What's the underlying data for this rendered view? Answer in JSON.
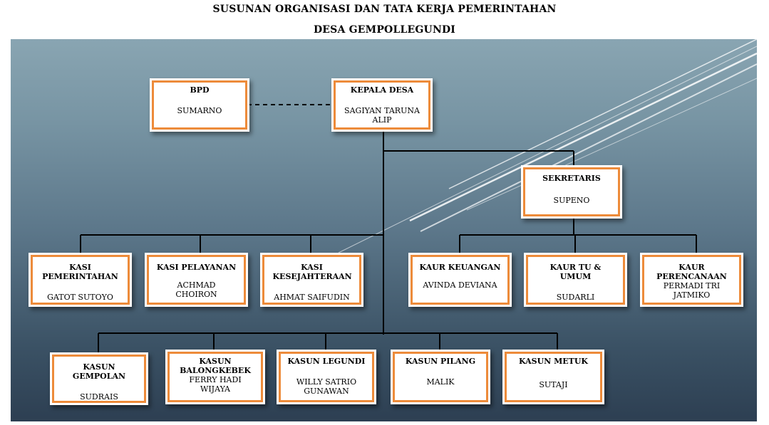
{
  "title": {
    "line1": "SUSUNAN ORGANISASI DAN TATA KERJA PEMERINTAHAN",
    "line2": "DESA GEMPOLLEGUNDI"
  },
  "colors": {
    "box_border_accent": "#ed8b3a",
    "box_fill": "#ffffff",
    "background_top": "#89a5b2",
    "background_bottom": "#2d3f52",
    "connector": "#000000"
  },
  "org": {
    "bpd": {
      "role": "BPD",
      "name": "SUMARNO"
    },
    "kepala_desa": {
      "role": "KEPALA DESA",
      "name": "SAGIYAN TARUNA ALIP"
    },
    "sekretaris": {
      "role": "SEKRETARIS",
      "name": "SUPENO"
    },
    "kasi": [
      {
        "role": "KASI PEMERINTAHAN",
        "name": "GATOT SUTOYO"
      },
      {
        "role": "KASI PELAYANAN",
        "name": "ACHMAD CHOIRON"
      },
      {
        "role": "KASI KESEJAHTERAAN",
        "name": "AHMAT SAIFUDIN"
      }
    ],
    "kaur": [
      {
        "role": "KAUR KEUANGAN",
        "name": "AVINDA DEVIANA"
      },
      {
        "role": "KAUR TU & UMUM",
        "name": "SUDARLI"
      },
      {
        "role": "KAUR PERENCANAAN",
        "name": "PERMADI TRI JATMIKO"
      }
    ],
    "kasun": [
      {
        "role": "KASUN GEMPOLAN",
        "name": "SUDRAIS"
      },
      {
        "role": "KASUN BALONGKEBEK",
        "name": "FERRY HADI WIJAYA"
      },
      {
        "role": "KASUN LEGUNDI",
        "name": "WILLY SATRIO GUNAWAN"
      },
      {
        "role": "KASUN PILANG",
        "name": "MALIK"
      },
      {
        "role": "KASUN METUK",
        "name": "SUTAJI"
      }
    ]
  }
}
